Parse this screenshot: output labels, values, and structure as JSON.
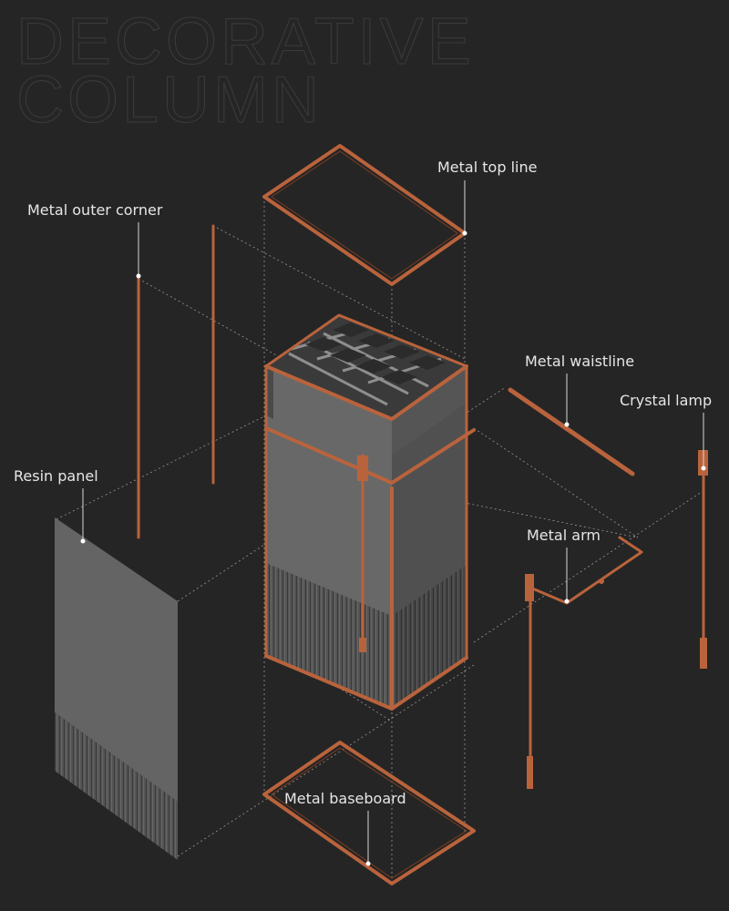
{
  "title": {
    "line1": "DECORATIVE",
    "line2": "COLUMN"
  },
  "labels": {
    "metal_top_line": "Metal top line",
    "metal_outer_corner": "Metal outer corner",
    "metal_waistline": "Metal waistline",
    "crystal_lamp": "Crystal lamp",
    "resin_panel": "Resin panel",
    "metal_arm": "Metal arm",
    "metal_baseboard": "Metal baseboard"
  },
  "colors": {
    "background": "#252525",
    "copper": "#b9633c",
    "panel_light": "#6a6a6a",
    "panel_dark": "#4d4d4d",
    "label_text": "#e6e6e6"
  }
}
